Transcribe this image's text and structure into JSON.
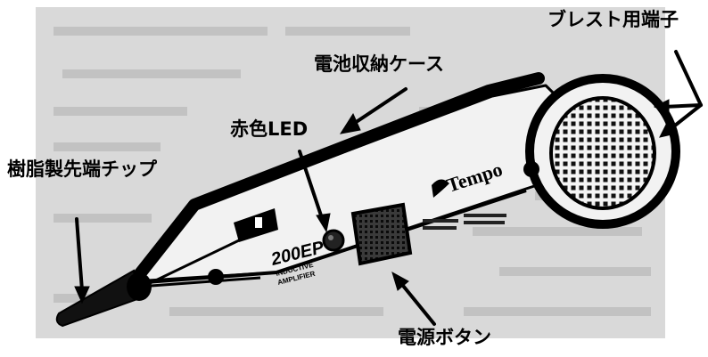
{
  "labels": {
    "terminal": "ブレスト用端子",
    "battery_case": "電池収納ケース",
    "red_led": "赤色LED",
    "tip": "樹脂製先端チップ",
    "power_button": "電源ボタン"
  },
  "device": {
    "brand": "Tempo",
    "model": "200EP",
    "subtitle_line1": "INDUCTIVE",
    "subtitle_line2": "AMPLIFIER"
  },
  "colors": {
    "ink": "#000000",
    "paper": "#ffffff",
    "photo_bg": "#d9d9d9",
    "device_body": "#f2f2f2"
  }
}
